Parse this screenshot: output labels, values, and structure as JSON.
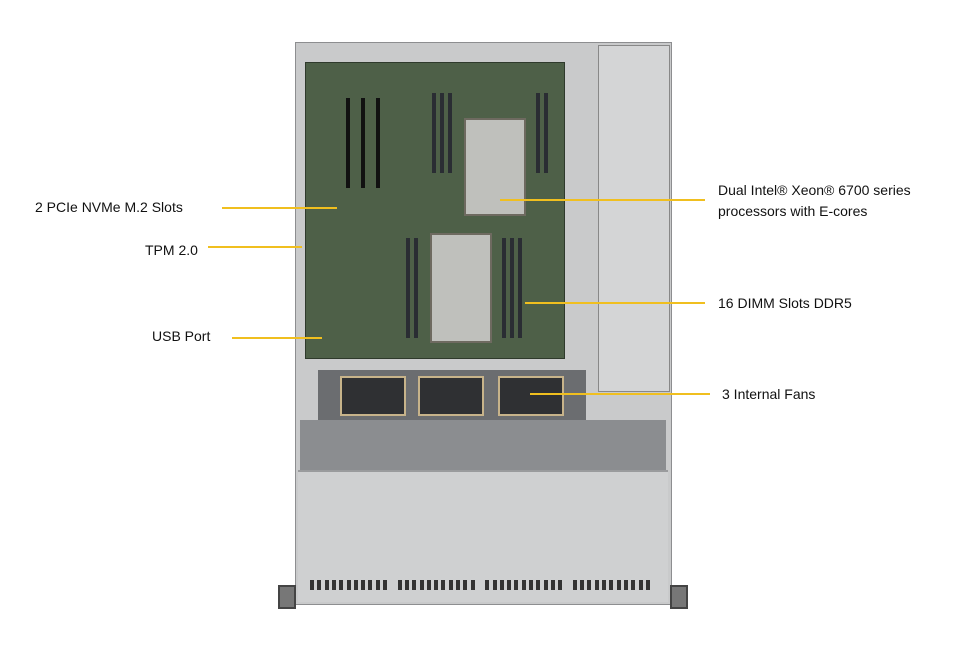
{
  "callouts": {
    "m2_slots": "2 PCIe NVMe M.2 Slots",
    "tpm": "TPM 2.0",
    "usb_port": "USB Port",
    "processors_line1": "Dual Intel® Xeon® 6700 series",
    "processors_line2": "processors with E-cores",
    "dimm_slots": "16 DIMM Slots DDR5",
    "fans": "3 Internal Fans"
  },
  "colors": {
    "callout_line": "#f0bf1f",
    "board": "#4e6048",
    "chassis": "#c9cacb"
  }
}
